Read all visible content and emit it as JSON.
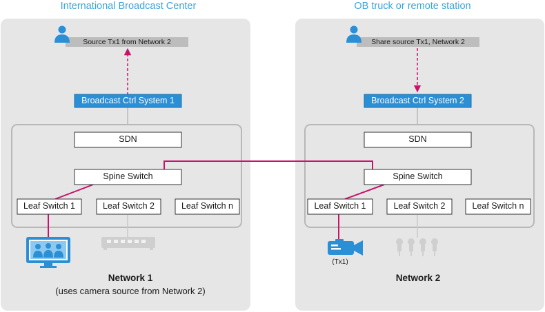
{
  "left": {
    "header": "International Broadcast Center",
    "source_label": "Source Tx1 from Network 2",
    "control_system": "Broadcast Ctrl System 1",
    "sdn": "SDN",
    "spine": "Spine Switch",
    "leaf1": "Leaf Switch 1",
    "leaf2": "Leaf Switch 2",
    "leafn": "Leaf Switch n",
    "network_title": "Network 1",
    "network_subtitle": "(uses camera source from Network 2)"
  },
  "right": {
    "header": "OB truck or remote station",
    "source_label": "Share source Tx1, Network 2",
    "control_system": "Broadcast Ctrl System 2",
    "sdn": "SDN",
    "spine": "Spine Switch",
    "leaf1": "Leaf Switch 1",
    "leaf2": "Leaf Switch 2",
    "leafn": "Leaf Switch n",
    "camera_label": "(Tx1)",
    "network_title": "Network 2"
  },
  "colors": {
    "accent_blue": "#2b8fd6",
    "header_blue": "#3ba3dd",
    "link_magenta": "#c8126c",
    "panel_gray": "#e6e6e6",
    "device_gray": "#bdbdbd"
  },
  "icons": [
    "user-icon",
    "monitor-icon",
    "switch-device-icon",
    "camera-icon",
    "microphone-icon"
  ]
}
